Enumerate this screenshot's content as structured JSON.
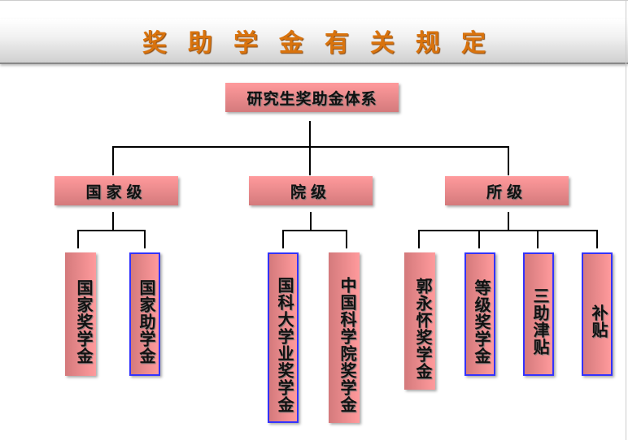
{
  "title": "奖助学金有关规定",
  "root": "研究生奖助金体系",
  "levels": [
    {
      "label": "国家级",
      "children": [
        "国家奖学金",
        "国家助学金"
      ]
    },
    {
      "label": "院级",
      "children": [
        "国科大学业奖学金",
        "中国科学院奖学金"
      ]
    },
    {
      "label": "所级",
      "children": [
        "郭永怀奖学金",
        "等级奖学金",
        "三助津贴",
        "补贴"
      ]
    }
  ],
  "colors": {
    "title": "#d9730d",
    "box": "#ff9a9c",
    "highlight_border": "#3333ff"
  }
}
